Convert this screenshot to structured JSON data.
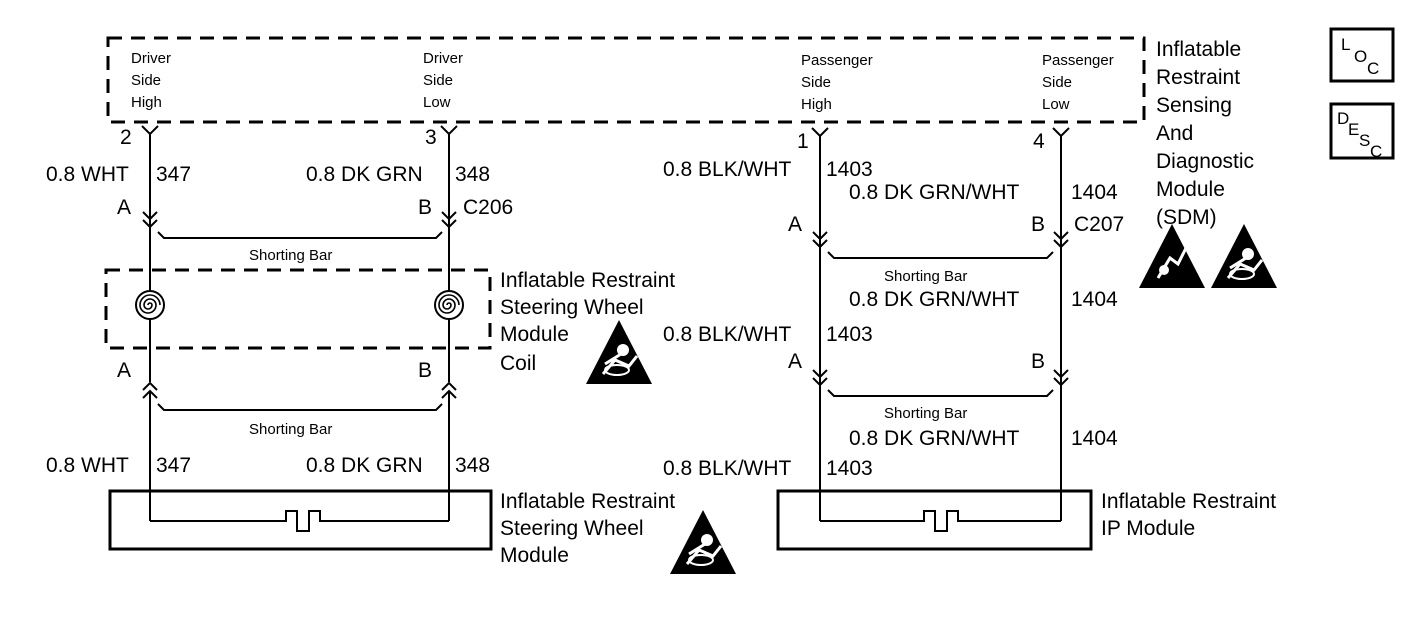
{
  "sdm": {
    "title_lines": [
      "Inflatable",
      "Restraint",
      "Sensing",
      "And",
      "Diagnostic",
      "Module",
      "(SDM)"
    ],
    "pins": [
      {
        "label_lines": [
          "Driver",
          "Side",
          "High"
        ],
        "pin": "2"
      },
      {
        "label_lines": [
          "Driver",
          "Side",
          "Low"
        ],
        "pin": "3"
      },
      {
        "label_lines": [
          "Passenger",
          "Side",
          "High"
        ],
        "pin": "1"
      },
      {
        "label_lines": [
          "Passenger",
          "Side",
          "Low"
        ],
        "pin": "4"
      }
    ]
  },
  "buttons": {
    "loc": {
      "a": "L",
      "b": "O",
      "c": "C"
    },
    "desc": {
      "a": "D",
      "b": "E",
      "c": "S",
      "d": "C"
    }
  },
  "driver": {
    "wire_a_top": {
      "gauge": "0.8 WHT",
      "circuit": "347"
    },
    "wire_b_top": {
      "gauge": "0.8 DK GRN",
      "circuit": "348"
    },
    "connector_top": {
      "pin_a": "A",
      "pin_b": "B",
      "name": "C206"
    },
    "shorting_bar_1": "Shorting Bar",
    "coil_title_lines": [
      "Inflatable Restraint",
      "Steering Wheel",
      "Module",
      "Coil"
    ],
    "connector_bottom": {
      "pin_a": "A",
      "pin_b": "B"
    },
    "shorting_bar_2": "Shorting Bar",
    "wire_a_bottom": {
      "gauge": "0.8 WHT",
      "circuit": "347"
    },
    "wire_b_bottom": {
      "gauge": "0.8 DK GRN",
      "circuit": "348"
    },
    "module_title_lines": [
      "Inflatable Restraint",
      "Steering Wheel",
      "Module"
    ]
  },
  "passenger": {
    "wire_a_1": {
      "gauge": "0.8 BLK/WHT",
      "circuit": "1403"
    },
    "wire_b_1": {
      "gauge": "0.8 DK GRN/WHT",
      "circuit": "1404"
    },
    "connector_1": {
      "pin_a": "A",
      "pin_b": "B",
      "name": "C207"
    },
    "shorting_bar_1": "Shorting Bar",
    "wire_b_2": {
      "gauge": "0.8 DK GRN/WHT",
      "circuit": "1404"
    },
    "wire_a_2": {
      "gauge": "0.8 BLK/WHT",
      "circuit": "1403"
    },
    "connector_2": {
      "pin_a": "A",
      "pin_b": "B"
    },
    "shorting_bar_2": "Shorting Bar",
    "wire_b_3": {
      "gauge": "0.8 DK GRN/WHT",
      "circuit": "1404"
    },
    "wire_a_3": {
      "gauge": "0.8 BLK/WHT",
      "circuit": "1403"
    },
    "module_title_lines": [
      "Inflatable Restraint",
      "IP Module"
    ]
  }
}
